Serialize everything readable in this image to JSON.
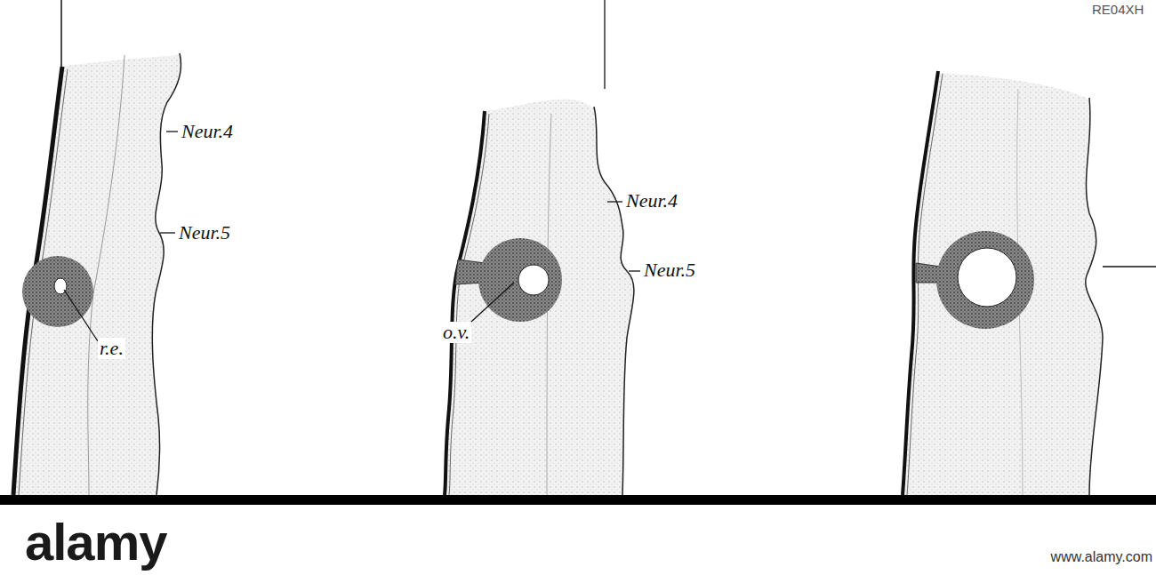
{
  "diagram": {
    "labels": [
      "Neur.4",
      "Neur.5",
      "r.e.",
      "o.v.",
      "Neur.4",
      "Neur.5",
      "RE04XH",
      "alamy",
      "www.alamy.com"
    ]
  }
}
